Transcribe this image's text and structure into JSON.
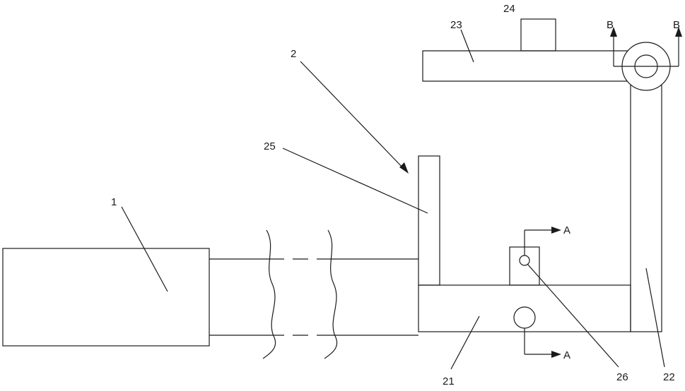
{
  "labels": {
    "part_1": "1",
    "part_2": "2",
    "part_21": "21",
    "part_22": "22",
    "part_23": "23",
    "part_24": "24",
    "part_25": "25",
    "part_26": "26",
    "section_a_top": "A",
    "section_a_bottom": "A",
    "section_b_left": "B",
    "section_b_right": "B"
  }
}
